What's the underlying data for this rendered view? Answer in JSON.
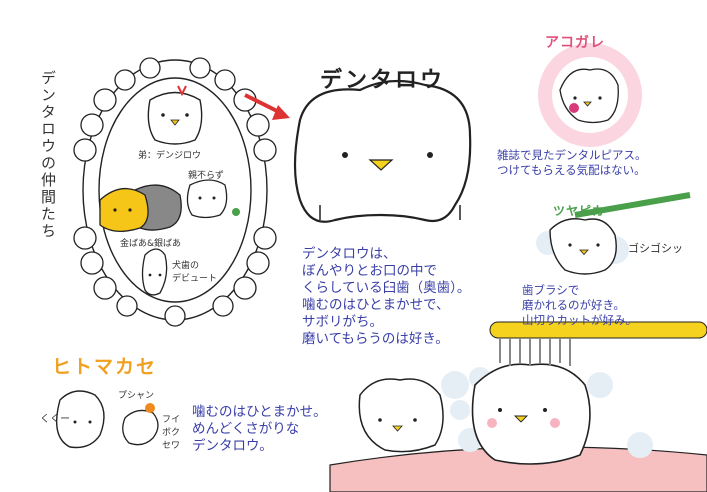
{
  "main": {
    "title": "デンタロウ",
    "description": "デンタロウは、\nぼんやりとお口の中で\nくらしている臼歯（奥歯）。\n噛むのはひとまかせで、\nサボリがち。\n磨いてもらうのは好き。"
  },
  "friends": {
    "title": "デンタロウの仲間たち",
    "labels": {
      "brother": "弟：デンジロウ",
      "wisdom": "親不らず",
      "gold_silver": "金ばあ&銀ばあ",
      "canine": "犬歯の\nデビュート"
    }
  },
  "akogare": {
    "title": "アコガレ",
    "text": "雑誌で見たデンタルピアス。\nつけてもらえる気配はない。"
  },
  "tsuyapika": {
    "title": "ツヤピカ",
    "sound": "ゴシゴシッ",
    "text": "歯ブラシで\n磨かれるのが好き。\n山切りカットが好み。"
  },
  "hitomakase": {
    "title": "ヒトマカセ",
    "sfx": [
      "くくー",
      "プシャン",
      "フイ ボク セワ"
    ],
    "text": "噛むのはひとまかせ。\nめんどくさがりな\nデンタロウ。"
  },
  "colors": {
    "blue_text": "#3a3fa8",
    "orange": "#f0a020",
    "pink": "#e0507a",
    "green": "#4aa04a",
    "gum": "#f6c0c0",
    "brush_yellow": "#f5d21e"
  }
}
